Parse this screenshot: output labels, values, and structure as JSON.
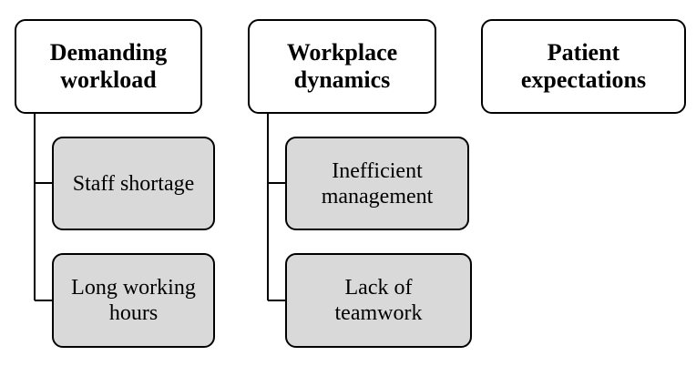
{
  "colors": {
    "border": "#000000",
    "header_fill": "#ffffff",
    "sub_fill": "#d9d9d9"
  },
  "categories": [
    {
      "title": "Demanding\nworkload",
      "items": [
        "Staff shortage",
        "Long working\nhours"
      ]
    },
    {
      "title": "Workplace\ndynamics",
      "items": [
        "Inefficient\nmanagement",
        "Lack of\nteamwork"
      ]
    },
    {
      "title": "Patient\nexpectations",
      "items": []
    }
  ]
}
